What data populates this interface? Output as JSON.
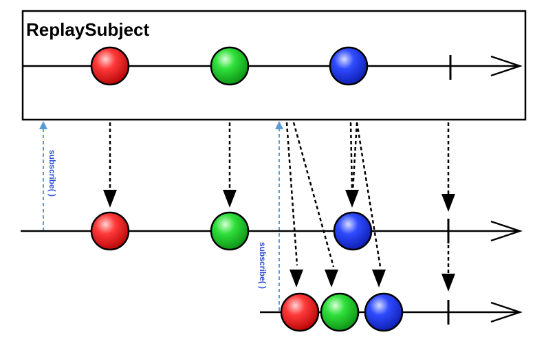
{
  "diagram": {
    "title": "ReplaySubject",
    "subscribe_label_1": "subscribe( )",
    "subscribe_label_2": "subscribe( )",
    "colors": {
      "red": "#e01010",
      "green": "#17c41d",
      "blue": "#1a2fe0",
      "subscribe_arrow": "#5b9bd5",
      "line": "#000000"
    },
    "timelines": [
      {
        "name": "replay-subject-source",
        "items": [
          "red-marble",
          "green-marble",
          "blue-marble",
          "completion-tick"
        ]
      },
      {
        "name": "first-subscriber",
        "items": [
          "red-marble",
          "green-marble",
          "blue-marble",
          "completion-tick"
        ]
      },
      {
        "name": "second-subscriber",
        "items": [
          "red-marble",
          "green-marble",
          "blue-marble",
          "completion-tick"
        ]
      }
    ]
  }
}
